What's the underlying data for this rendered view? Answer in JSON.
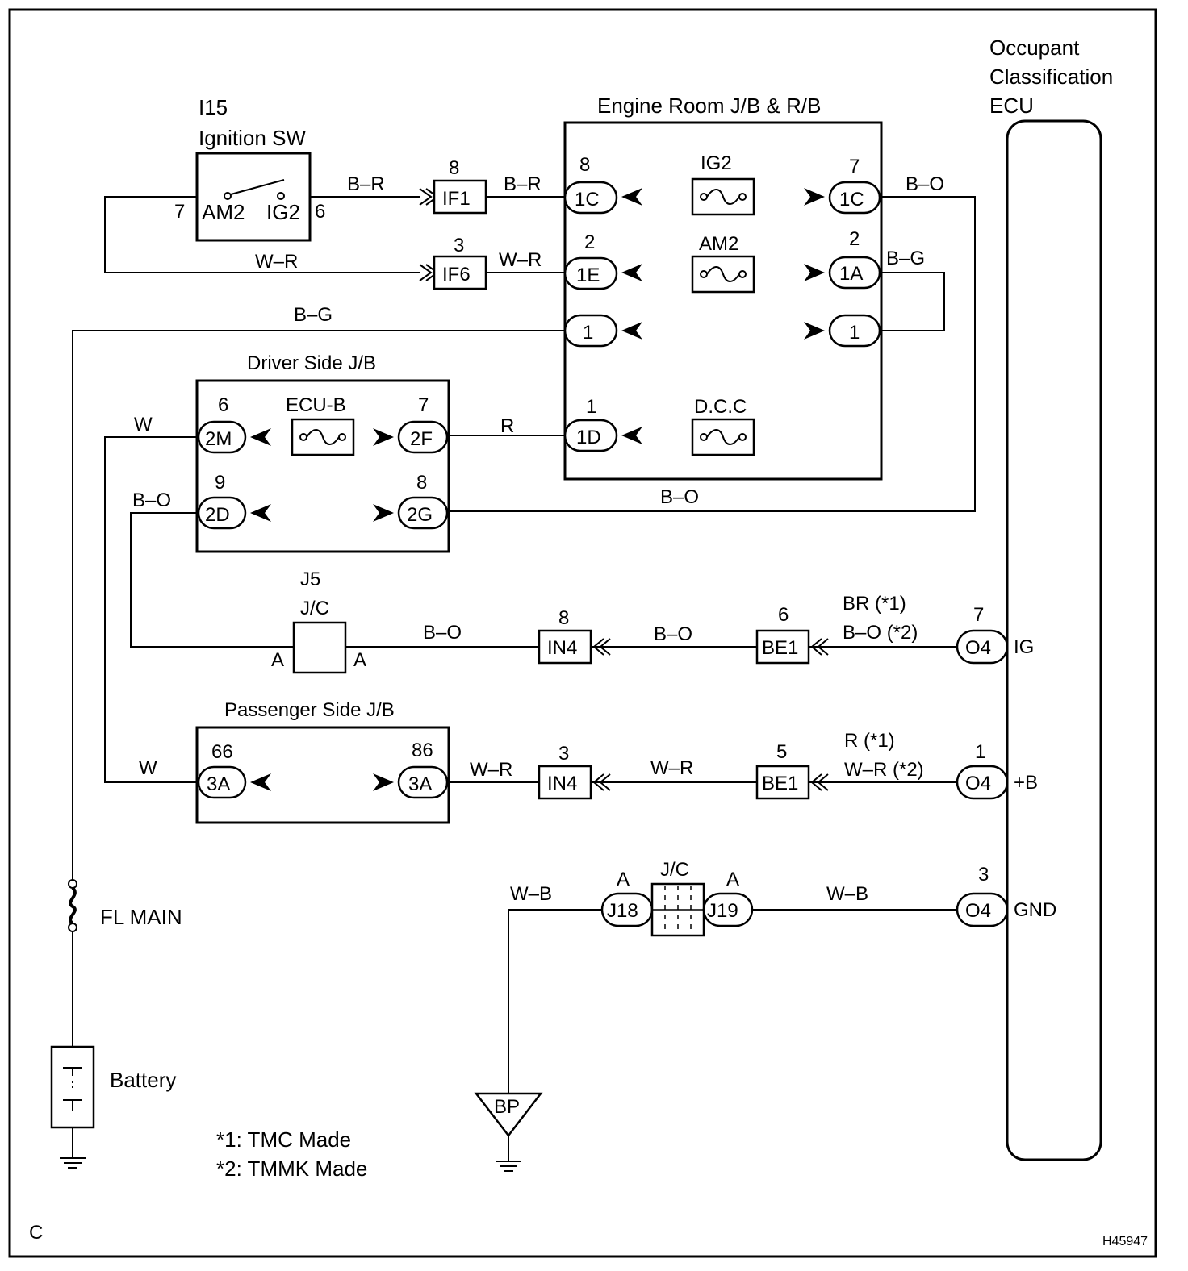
{
  "ignition": {
    "id": "I15",
    "name": "Ignition SW",
    "contact_left": "AM2",
    "contact_right": "IG2",
    "pin_left": "7",
    "pin_right": "6"
  },
  "engine_jb": {
    "title": "Engine Room J/B & R/B",
    "fuse_ig2": "IG2",
    "fuse_am2": "AM2",
    "fuse_dcc": "D.C.C",
    "left": [
      {
        "pin": "8",
        "conn": "1C"
      },
      {
        "pin": "2",
        "conn": "1E"
      },
      {
        "pin": "",
        "conn": "1"
      },
      {
        "pin": "1",
        "conn": "1D"
      }
    ],
    "right": [
      {
        "pin": "7",
        "conn": "1C"
      },
      {
        "pin": "2",
        "conn": "1A"
      },
      {
        "pin": "",
        "conn": "1"
      }
    ]
  },
  "driver_jb": {
    "title": "Driver Side J/B",
    "fuse": "ECU-B",
    "c_2m": {
      "pin": "6",
      "conn": "2M"
    },
    "c_2f": {
      "pin": "7",
      "conn": "2F"
    },
    "c_2d": {
      "pin": "9",
      "conn": "2D"
    },
    "c_2g": {
      "pin": "8",
      "conn": "2G"
    }
  },
  "passenger_jb": {
    "title": "Passenger Side J/B",
    "left": {
      "pin": "66",
      "conn": "3A"
    },
    "right": {
      "pin": "86",
      "conn": "3A"
    }
  },
  "junction_j5": {
    "id": "J5",
    "name": "J/C",
    "a_left": "A",
    "a_right": "A"
  },
  "junction_gnd": {
    "name": "J/C",
    "j18": "J18",
    "j19": "J19",
    "a_left": "A",
    "a_right": "A"
  },
  "connectors": {
    "if1": {
      "pin": "8",
      "label": "IF1"
    },
    "if6": {
      "pin": "3",
      "label": "IF6"
    },
    "in4_top": {
      "pin": "8",
      "label": "IN4"
    },
    "in4_bot": {
      "pin": "3",
      "label": "IN4"
    },
    "be1_top": {
      "pin": "6",
      "label": "BE1"
    },
    "be1_bot": {
      "pin": "5",
      "label": "BE1"
    }
  },
  "ecu": {
    "title_1": "Occupant",
    "title_2": "Classification",
    "title_3": "ECU",
    "ig": {
      "pin": "7",
      "conn": "O4",
      "label": "IG"
    },
    "plus_b": {
      "pin": "1",
      "conn": "O4",
      "label": "+B"
    },
    "gnd": {
      "pin": "3",
      "conn": "O4",
      "label": "GND"
    }
  },
  "wires": {
    "b_r_1": "B–R",
    "b_r_2": "B–R",
    "w_r_1": "W–R",
    "w_r_2": "W–R",
    "b_o_1": "B–O",
    "b_g_1": "B–G",
    "b_g_main": "B–G",
    "w_2m": "W",
    "r_2f": "R",
    "b_o_2d": "B–O",
    "b_o_2g": "B–O",
    "b_o_j5": "B–O",
    "b_o_in4": "B–O",
    "br_1": "BR (*1)",
    "bo_2": "B–O (*2)",
    "w_3a": "W",
    "w_r_3a": "W–R",
    "w_r_in4": "W–R",
    "r_1": "R (*1)",
    "wr_2": "W–R (*2)",
    "w_b_left": "W–B",
    "w_b_right": "W–B"
  },
  "fl_main": "FL MAIN",
  "battery": "Battery",
  "ground_bp": "BP",
  "notes": {
    "n1": "*1: TMC Made",
    "n2": "*2: TMMK Made"
  },
  "corner_code": "C",
  "diagram_id": "H45947"
}
